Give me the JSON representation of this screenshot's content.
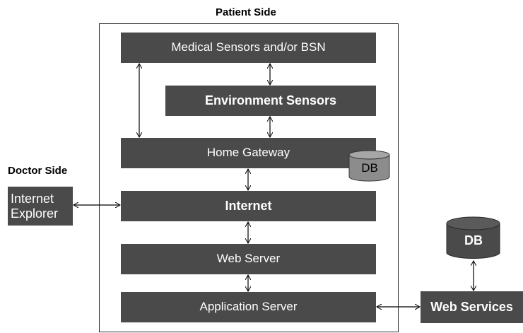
{
  "headings": {
    "patient_side": "Patient Side",
    "doctor_side": "Doctor Side"
  },
  "boxes": {
    "medical_sensors": "Medical Sensors and/or BSN",
    "environment_sensors": "Environment Sensors",
    "home_gateway": "Home Gateway",
    "internet": "Internet",
    "web_server": "Web Server",
    "application_server": "Application Server",
    "internet_explorer": "Internet Explorer",
    "web_services": "Web Services"
  },
  "databases": {
    "gateway_db": "DB",
    "services_db": "DB"
  },
  "colors": {
    "box_fill": "#4a4a4a",
    "db_gateway_fill": "#8c8c8c",
    "db_services_fill": "#4a4a4a",
    "arrow": "#000000"
  }
}
